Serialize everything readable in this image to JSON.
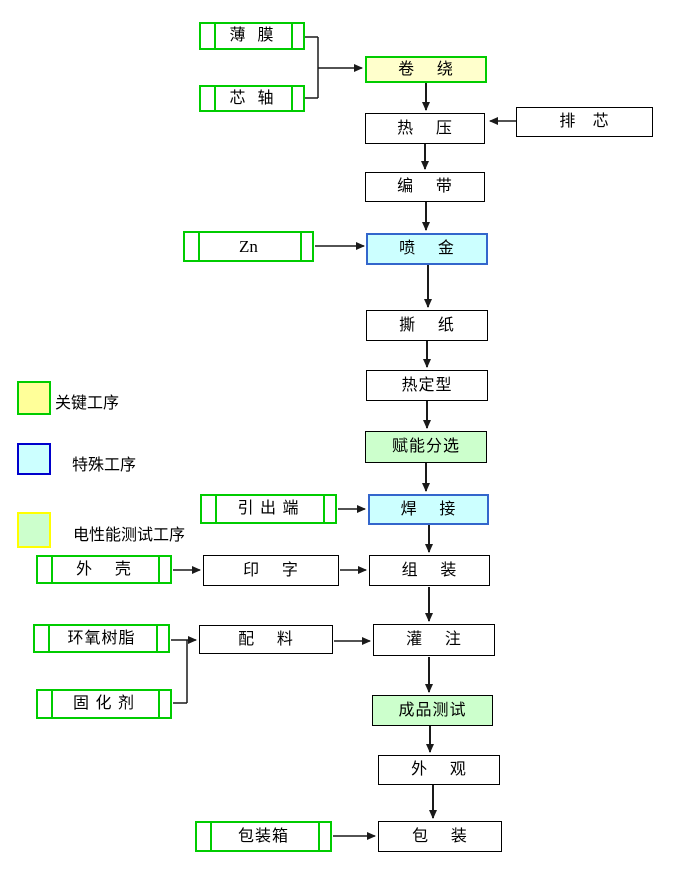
{
  "diagram": {
    "type": "process-flowchart",
    "language": "zh-CN",
    "nodes": {
      "film": {
        "label": "薄  膜",
        "kind": "material"
      },
      "mandrel": {
        "label": "芯  轴",
        "kind": "material"
      },
      "winding": {
        "label": "卷    绕",
        "kind": "key"
      },
      "core_arrange": {
        "label": "排   芯",
        "kind": "process"
      },
      "hot_press": {
        "label": "热    压",
        "kind": "process"
      },
      "taping": {
        "label": "编    带",
        "kind": "process"
      },
      "zinc": {
        "label": "Zn",
        "kind": "material"
      },
      "metal_spray": {
        "label": "喷    金",
        "kind": "special"
      },
      "paper_tear": {
        "label": "撕    纸",
        "kind": "process"
      },
      "heat_setting": {
        "label": "热定型",
        "kind": "process"
      },
      "energize_sort": {
        "label": "赋能分选",
        "kind": "test"
      },
      "lead_terminal": {
        "label": "引 出 端",
        "kind": "material"
      },
      "welding": {
        "label": "焊    接",
        "kind": "special"
      },
      "shell": {
        "label": "外    壳",
        "kind": "material"
      },
      "printing": {
        "label": "印    字",
        "kind": "process"
      },
      "assembly": {
        "label": "组    装",
        "kind": "process"
      },
      "epoxy": {
        "label": "环氧树脂",
        "kind": "material"
      },
      "compounding": {
        "label": "配    料",
        "kind": "process"
      },
      "potting": {
        "label": "灌    注",
        "kind": "process"
      },
      "hardener": {
        "label": "固 化 剂",
        "kind": "material"
      },
      "final_test": {
        "label": "成品测试",
        "kind": "test"
      },
      "appearance": {
        "label": "外    观",
        "kind": "process"
      },
      "packing_box": {
        "label": "包装箱",
        "kind": "material"
      },
      "packing": {
        "label": "包    装",
        "kind": "process"
      }
    },
    "edges": [
      [
        "film",
        "winding"
      ],
      [
        "mandrel",
        "winding"
      ],
      [
        "winding",
        "hot_press"
      ],
      [
        "core_arrange",
        "hot_press"
      ],
      [
        "hot_press",
        "taping"
      ],
      [
        "taping",
        "metal_spray"
      ],
      [
        "zinc",
        "metal_spray"
      ],
      [
        "metal_spray",
        "paper_tear"
      ],
      [
        "paper_tear",
        "heat_setting"
      ],
      [
        "heat_setting",
        "energize_sort"
      ],
      [
        "energize_sort",
        "welding"
      ],
      [
        "lead_terminal",
        "welding"
      ],
      [
        "welding",
        "assembly"
      ],
      [
        "shell",
        "printing"
      ],
      [
        "printing",
        "assembly"
      ],
      [
        "assembly",
        "potting"
      ],
      [
        "epoxy",
        "compounding"
      ],
      [
        "hardener",
        "compounding"
      ],
      [
        "compounding",
        "potting"
      ],
      [
        "potting",
        "final_test"
      ],
      [
        "final_test",
        "appearance"
      ],
      [
        "appearance",
        "packing"
      ],
      [
        "packing_box",
        "packing"
      ]
    ],
    "legend": {
      "items": [
        {
          "label": "关键工序",
          "fill": "#ffff99",
          "border": "#00cc00"
        },
        {
          "label": "特殊工序",
          "fill": "#ccffff",
          "border": "#0000cc"
        },
        {
          "label": "电性能测试工序",
          "fill": "#ccffcc",
          "border": "#ffff00"
        }
      ]
    },
    "colors": {
      "process_fill": "#ffffff",
      "process_border": "#000000",
      "key_fill": "#ffffcc",
      "key_border": "#00cc00",
      "special_fill": "#ccffff",
      "special_border": "#3366cc",
      "test_fill": "#ccffcc",
      "test_border": "#000000",
      "material_border": "#00cc00",
      "connector": "#1a1a1a",
      "background": "#ffffff",
      "text": "#000000"
    }
  }
}
